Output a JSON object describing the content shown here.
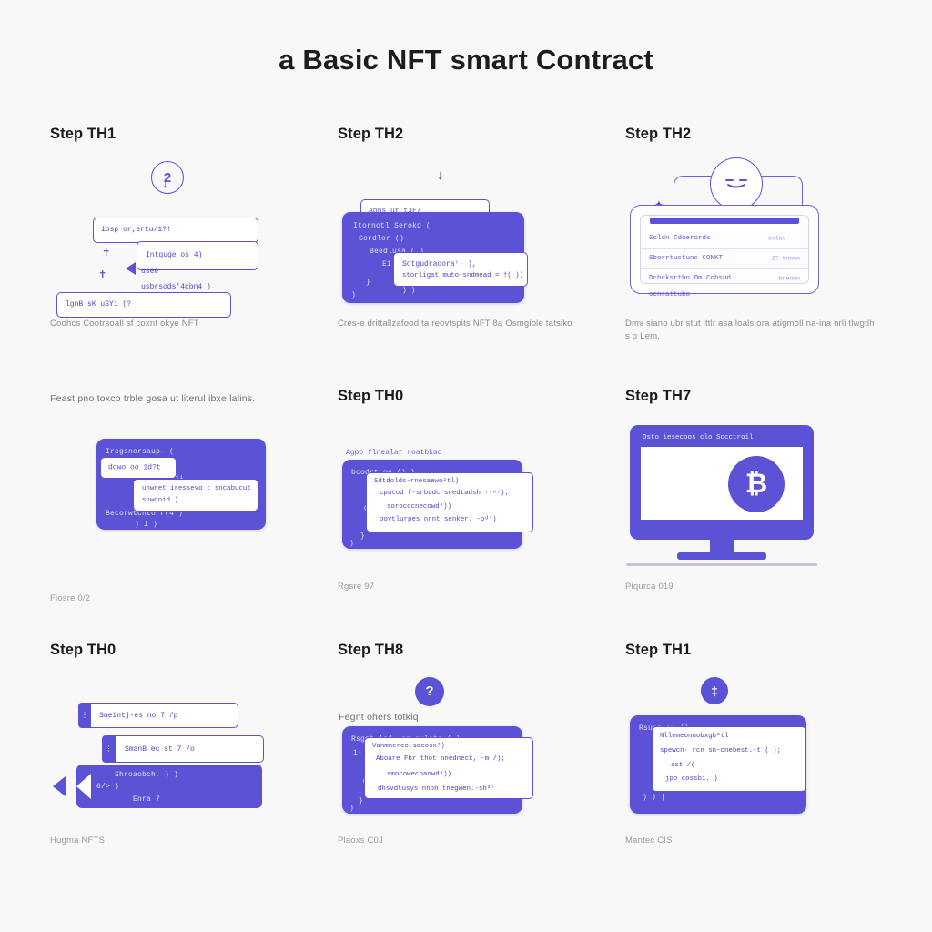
{
  "title": "a Basic NFT smart Contract",
  "theme": {
    "accent": "#5b52d6",
    "background": "#f8f8f8",
    "text": "#1d1d1f",
    "muted": "#8a8a93"
  },
  "cells": [
    {
      "heading": "Step TH1",
      "badge": "2",
      "caption": "Coohcs Cootrsoall sf coxnt okye NFT",
      "lead": "",
      "figcap": "",
      "lines": [
        "iosp or,ertu/1?!",
        "Intguge os 4)",
        "usee",
        "usbrsods'4cbn4 )",
        "lgnB sK uSYi (?"
      ]
    },
    {
      "heading": "Step TH2",
      "badge": "",
      "caption": "Cres-e drittallzafood ta reovtspits NFT 8a Osmgible tatsiko",
      "lead": "",
      "figcap": "",
      "lines": [
        "Apns ur tJF7",
        "Itornotl Serokd (",
        "Sordlor  ()",
        "Beedlusa ( )",
        "E1",
        "Sotgudraoora⁽ⁱ ),",
        "storligat muto-sndmead = †( ))",
        ") )",
        "}",
        ")"
      ]
    },
    {
      "heading": "Step TH2",
      "badge": "",
      "caption": "Dmv siano ubr stut lttlr asa loals ora atigmoll na-ina nrli tlwgtlh s o Lem.",
      "lead": "",
      "figcap": "",
      "panel_rows": [
        {
          "label": "Soldn Cdnerords",
          "value": "oslas·--·"
        },
        {
          "label": "Sborrtuctunc CONKT",
          "value": "1?·tnnnn"
        },
        {
          "label": "Drhcksrtbn Om Cobsud",
          "value": "bnennn"
        },
        {
          "label": "ocnrattubo",
          "value": ""
        }
      ]
    },
    {
      "heading": "",
      "lead": "Feast pno toxco trble gosa ut literul ibxe lalins.",
      "badge": "",
      "caption": "",
      "figcap": "Fiosre 0/2",
      "lines": [
        "Iregsnorsaup- (",
        "dowo oo 1d?t",
        "Bucrj¹",
        "unwret iressevo t sncabucut",
        "snwcoid )",
        "Becorwtcnto r(4 )",
        ") i )"
      ]
    },
    {
      "heading": "Step TH0",
      "badge": "",
      "caption": "",
      "figcap": "Rgsre 97",
      "lines": [
        "Agpo flnealar roatbkaq",
        "bcodrt on () )",
        "Sdtdolds-rnesaewo²tl)",
        "cputod  f-srbadc  snedtadsh ·-ᵘ·);",
        "Gol ( )",
        "sorococnecowd⁴))",
        "oovtlurpes nnnt senker. -oᵈ⁴)",
        "}",
        ")"
      ]
    },
    {
      "heading": "Step TH7",
      "badge": "",
      "caption": "",
      "figcap": "Piqurca 019",
      "monitor_title": "Osto iesecoos  clo Sccctroil",
      "coin_glyph": "₿"
    },
    {
      "heading": "Step TH0",
      "badge": "",
      "caption": "",
      "figcap": "Hugma NFTS",
      "lines": [
        "Sueintj-es no 7 /p",
        "SmanB ec st 7 /o",
        "Shroaobch, ) )",
        "6/> )",
        "Enra 7"
      ]
    },
    {
      "heading": "Step TH8",
      "badge": "?",
      "caption": "",
      "lead": "Fegnt ohers totklq",
      "figcap": "Plaoxs C0J",
      "lines": [
        "Rsgnt lod. or oulatc ( )",
        "1ⁱ",
        "Vanmnerco.sacosx²)",
        "Aboare  Fbr thot  nnedneck, -m·/);",
        "( )",
        "smncowecoaowd²))",
        "dhsvdtusys nnon tnegwen.-sh²⁾",
        "}",
        ")"
      ]
    },
    {
      "heading": "Step TH1",
      "badge": "‡",
      "caption": "",
      "figcap": "Mantec CIS",
      "lines": [
        "Rsuug ox ()",
        "Nllemeonuobxgb²tl",
        "spewcn· rcn sn-cnebest.-t ( );",
        "ast /(",
        "jpo cossbi. )",
        ") ) |"
      ]
    }
  ]
}
